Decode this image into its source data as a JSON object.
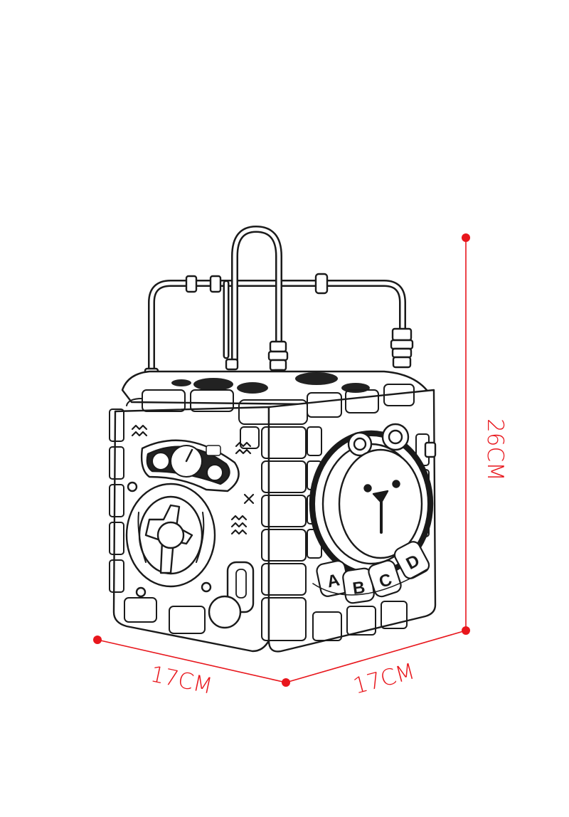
{
  "figure": {
    "subject": "activity cube toy line drawing",
    "dimensions": {
      "width_label": "17CM",
      "depth_label": "17CM",
      "height_label": "26CM"
    },
    "letter_blocks": [
      "A",
      "B",
      "C",
      "D"
    ],
    "colors": {
      "dimension_lines": "#e8161c",
      "outline": "#1a1a1a",
      "fill": "#ffffff",
      "dark_fill": "#222222"
    }
  }
}
